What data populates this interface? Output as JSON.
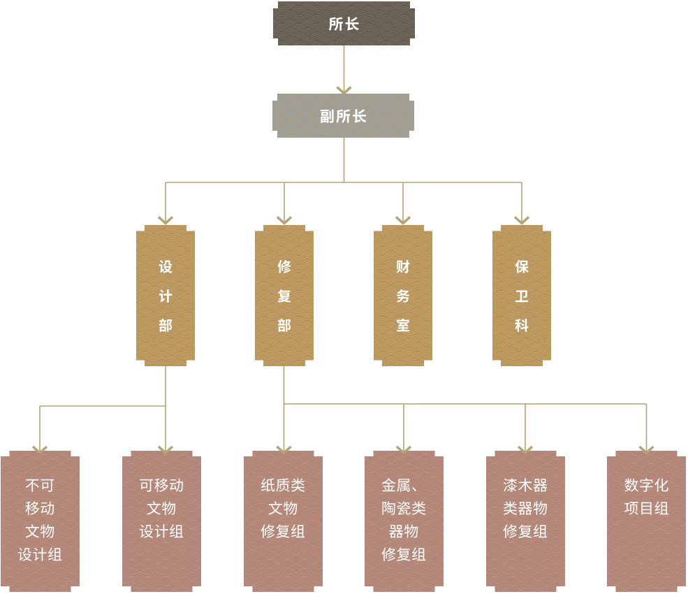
{
  "page": {
    "background": "#FFFFFF"
  },
  "colors": {
    "connector": "#B5A276",
    "level1": {
      "base": "#756D64",
      "pattern": "#5F5347",
      "text": "#FFFFFF"
    },
    "level2": {
      "base": "#9AA1A1",
      "pattern": "#AB9A80",
      "text": "#FFFFFF"
    },
    "level3": {
      "base": "#C4A26C",
      "pattern": "#B08C51",
      "text": "#FFFFFF"
    },
    "level4": {
      "base": "#AE7F70",
      "pattern": "#BC9386",
      "text": "#FFFFFF"
    }
  },
  "nodes": {
    "director": {
      "label": "所长",
      "level": 1
    },
    "deputy": {
      "label": "副所长",
      "level": 2
    },
    "design": {
      "label": "设计部",
      "chars": [
        "设",
        "计",
        "部"
      ],
      "level": 3
    },
    "restoration": {
      "label": "修复部",
      "chars": [
        "修",
        "复",
        "部"
      ],
      "level": 3
    },
    "finance": {
      "label": "财务室",
      "chars": [
        "财",
        "务",
        "室"
      ],
      "level": 3
    },
    "security": {
      "label": "保卫科",
      "chars": [
        "保",
        "卫",
        "科"
      ],
      "level": 3
    },
    "g1": {
      "label": "不可移动文物设计组",
      "lines": [
        "不可",
        "移动",
        "文物",
        "设计组"
      ],
      "level": 4
    },
    "g2": {
      "label": "可移动文物设计组",
      "lines": [
        "可移动",
        "文物",
        "设计组"
      ],
      "level": 4
    },
    "g3": {
      "label": "纸质类文物修复组",
      "lines": [
        "纸质类",
        "文物",
        "修复组"
      ],
      "level": 4
    },
    "g4": {
      "label": "金属、陶瓷类器物修复组",
      "lines": [
        "金属、",
        "陶瓷类",
        "器物",
        "修复组"
      ],
      "level": 4
    },
    "g5": {
      "label": "漆木器类器物修复组",
      "lines": [
        "漆木器",
        "类器物",
        "修复组"
      ],
      "level": 4
    },
    "g6": {
      "label": "数字化项目组",
      "lines": [
        "数字化",
        "项目组"
      ],
      "level": 4
    }
  },
  "hierarchy": {
    "所长": [
      "副所长"
    ],
    "副所长": [
      "设计部",
      "修复部",
      "财务室",
      "保卫科"
    ],
    "设计部": [
      "不可移动文物设计组",
      "可移动文物设计组"
    ],
    "修复部": [
      "纸质类文物修复组",
      "金属、陶瓷类器物修复组",
      "漆木器类器物修复组",
      "数字化项目组"
    ]
  }
}
